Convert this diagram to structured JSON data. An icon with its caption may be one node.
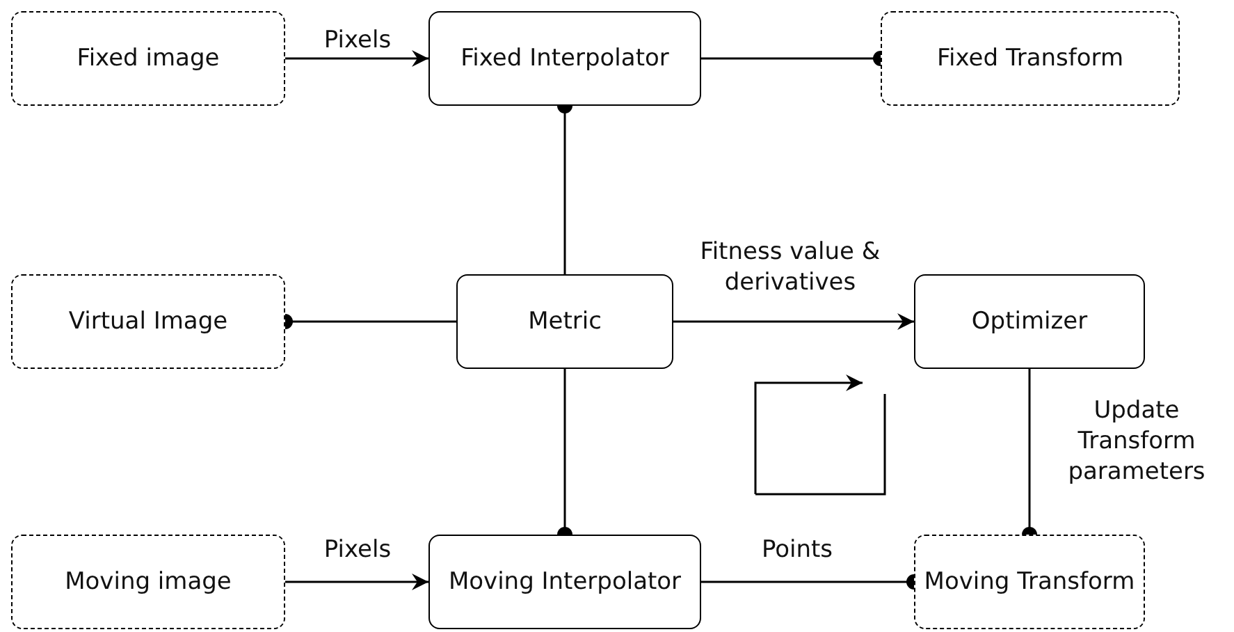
{
  "diagram": {
    "nodes": [
      {
        "text": [
          "Fixed image"
        ]
      },
      {
        "text": [
          "Fixed Interpolator"
        ]
      },
      {
        "text": [
          "Fixed Transform"
        ]
      },
      {
        "text": [
          "Virtual Image"
        ]
      },
      {
        "text": [
          "Metric"
        ]
      },
      {
        "text": [
          "Optimizer"
        ]
      },
      {
        "text": [
          "Moving image"
        ]
      },
      {
        "text": [
          "Moving Interpolator"
        ]
      },
      {
        "text": [
          "Moving Transform"
        ]
      }
    ],
    "edges": [
      {
        "from": 0,
        "to": 1,
        "arrow": "to",
        "label": "Pixels"
      },
      {
        "from": 1,
        "to": 2,
        "arrow": "other"
      },
      {
        "from": 4,
        "to": 1,
        "arrow": "other"
      },
      {
        "from": 4,
        "to": 3,
        "arrow": "other"
      },
      {
        "from": 4,
        "to": 5,
        "arrow": "to",
        "label": "Fitness value & derivatives"
      },
      {
        "from": 4,
        "to": 7,
        "arrow": "other"
      },
      {
        "from": 6,
        "to": 7,
        "arrow": "to",
        "label": "Pixels"
      },
      {
        "from": 7,
        "to": 8,
        "arrow": "other",
        "label": "Points"
      },
      {
        "from": 5,
        "to": 8,
        "arrow": "other",
        "label": "Update Transform parameters"
      }
    ]
  }
}
